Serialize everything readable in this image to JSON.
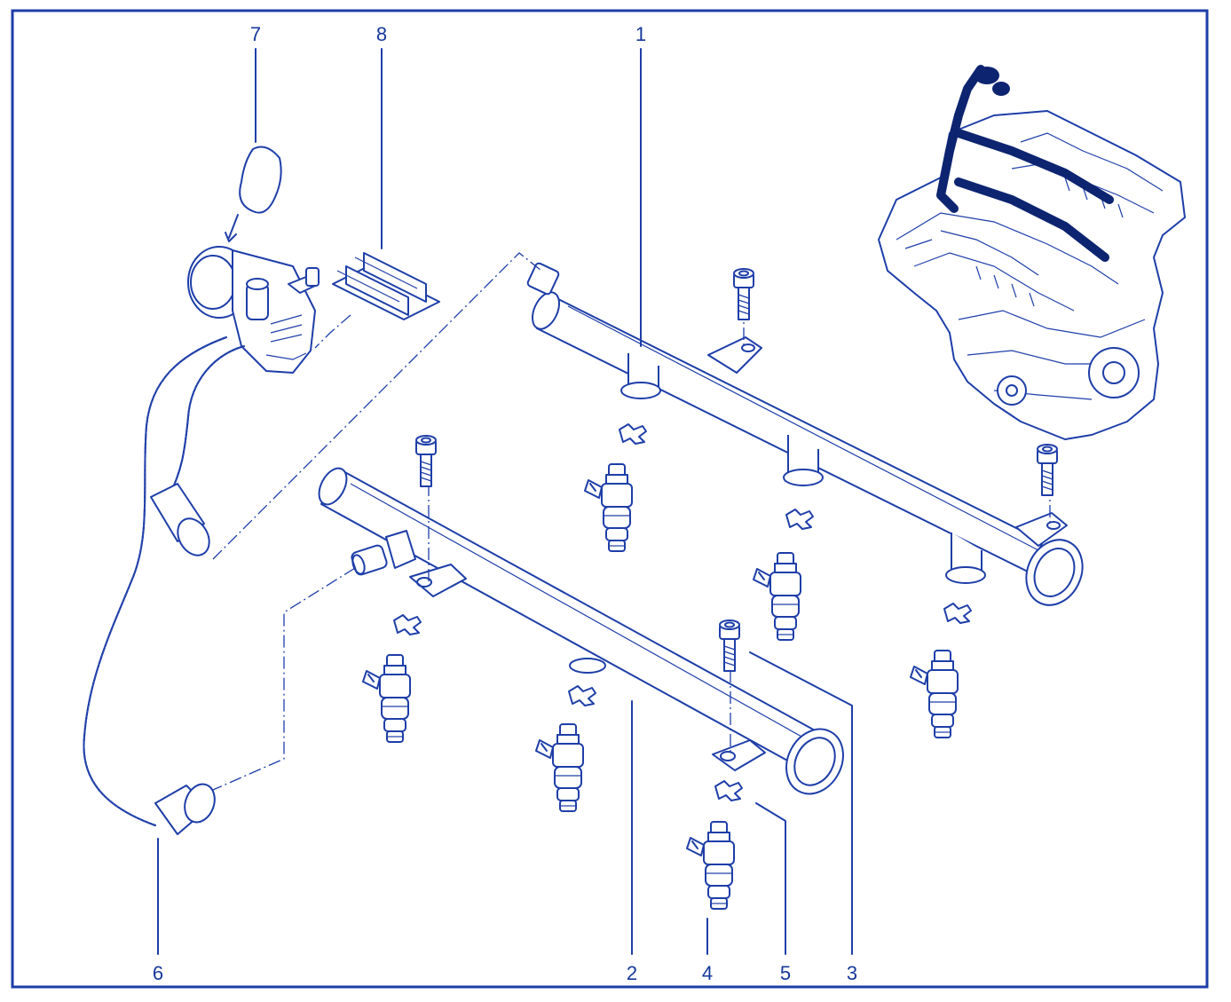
{
  "diagram": {
    "frame_color": "#1e3ea8",
    "ink_color": "#1e3ea8",
    "callouts": [
      {
        "id": "c1",
        "label": "1"
      },
      {
        "id": "c2",
        "label": "2"
      },
      {
        "id": "c3",
        "label": "3"
      },
      {
        "id": "c4",
        "label": "4"
      },
      {
        "id": "c5",
        "label": "5"
      },
      {
        "id": "c6",
        "label": "6"
      },
      {
        "id": "c7",
        "label": "7"
      },
      {
        "id": "c8",
        "label": "8"
      }
    ],
    "icons": {
      "injector": "fuel-injector-icon",
      "bolt": "bolt-icon",
      "clip": "retaining-clip-icon",
      "engine": "engine-block-icon"
    }
  }
}
